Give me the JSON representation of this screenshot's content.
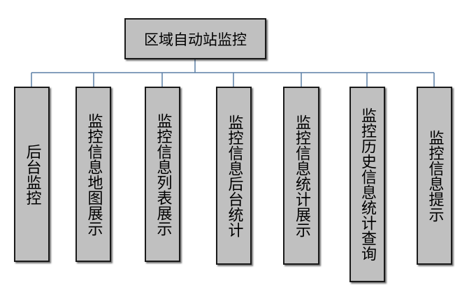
{
  "diagram": {
    "root": {
      "label": "区域自动站监控"
    },
    "children": [
      {
        "label": "后台监控"
      },
      {
        "label": "监控信息地图展示"
      },
      {
        "label": "监控信息列表展示"
      },
      {
        "label": "监控信息后台统计"
      },
      {
        "label": "监控信息统计展示"
      },
      {
        "label": "监控历史信息统计查询"
      },
      {
        "label": "监控信息提示"
      }
    ],
    "colors": {
      "box_fill": "#c0c0c0",
      "box_border": "#1a1a1a",
      "connector": "#5b7fa6"
    }
  }
}
